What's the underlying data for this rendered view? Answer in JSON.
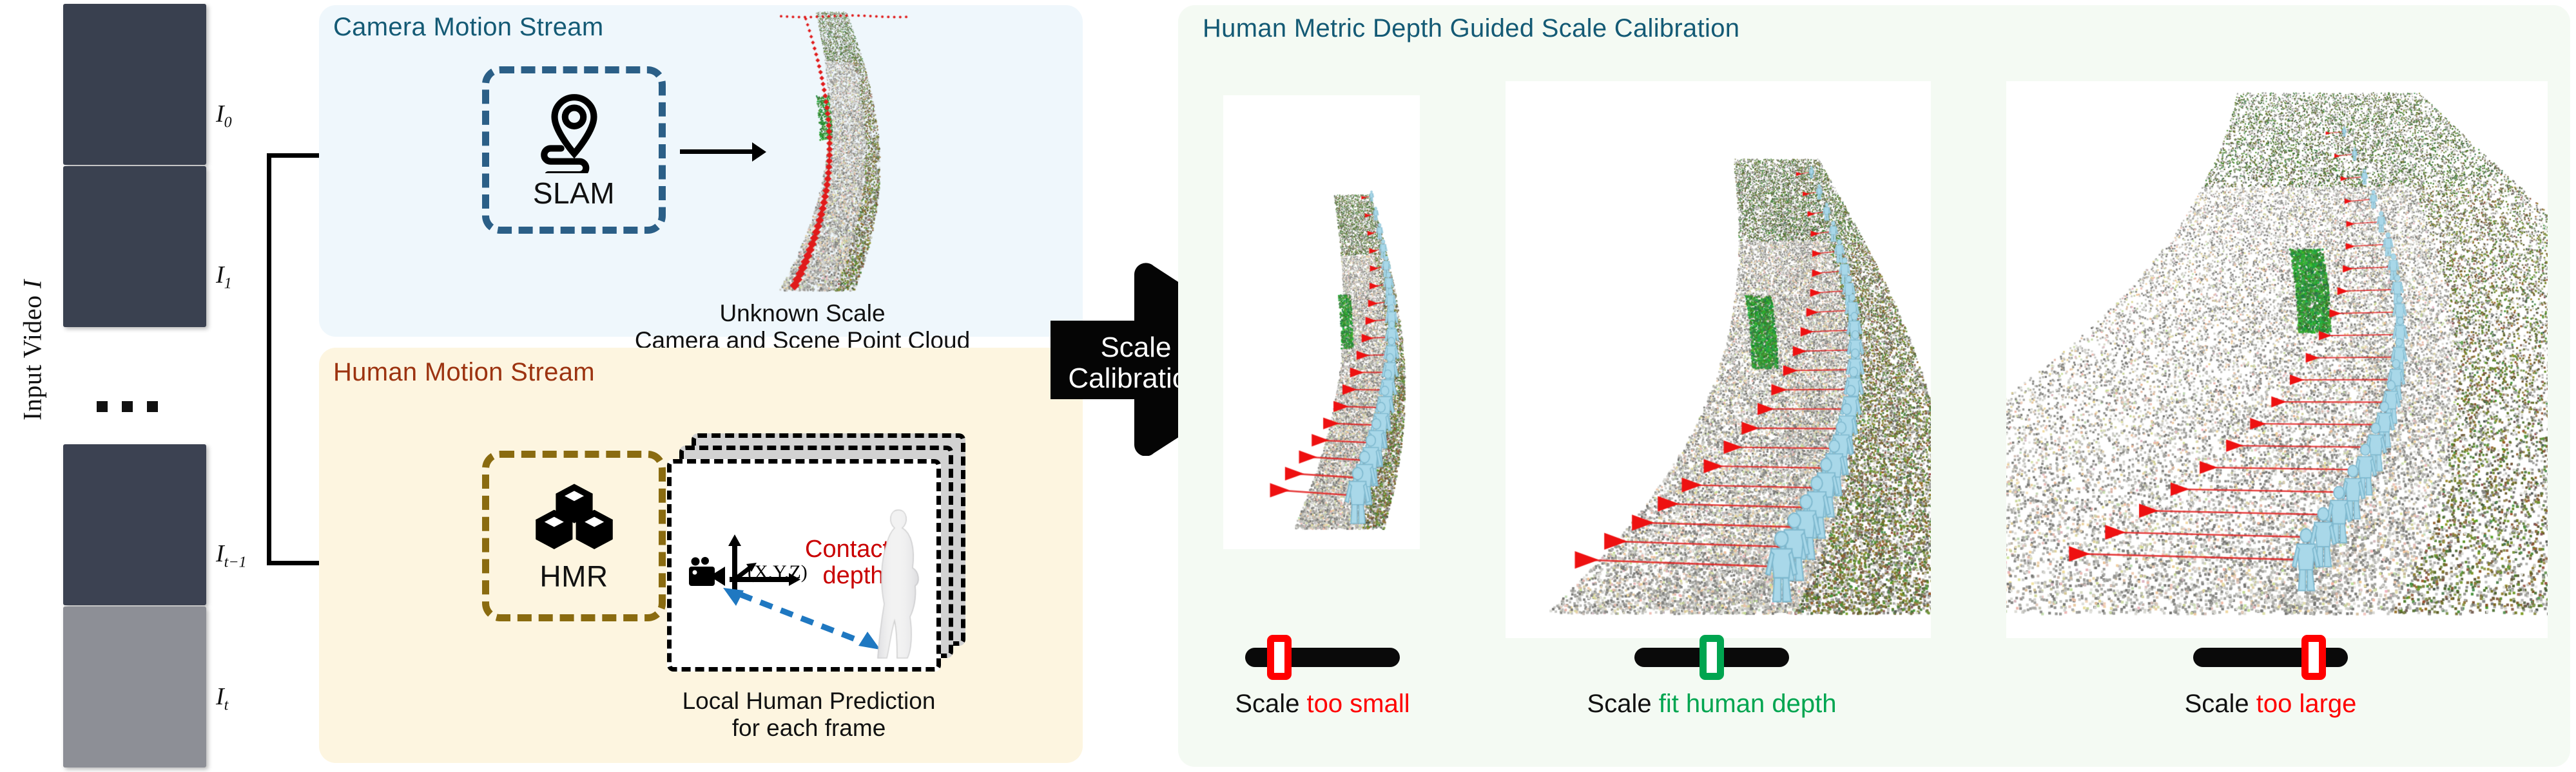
{
  "input": {
    "axis_label_prefix": "Input Video ",
    "axis_label_symbol": "I",
    "frames": [
      {
        "label_base": "I",
        "label_sub": "0"
      },
      {
        "label_base": "I",
        "label_sub": "1"
      },
      {
        "label_base": "I",
        "label_sub": "t−1"
      },
      {
        "label_base": "I",
        "label_sub": "t"
      }
    ],
    "ellipsis_icon": "three-dots-icon"
  },
  "camera_stream": {
    "title": "Camera Motion Stream",
    "module_label": "SLAM",
    "module_icon": "location-pin-path-icon",
    "panel_color": "#eff7fc",
    "title_color": "#145a75",
    "dash_color": "#2b5f87",
    "output_caption_line1": "Unknown Scale",
    "output_caption_line2": "Camera and Scene Point Cloud"
  },
  "human_stream": {
    "title": "Human Motion Stream",
    "module_label": "HMR",
    "module_icon": "stacked-cubes-icon",
    "panel_color": "#fdf5e0",
    "title_color": "#9c3310",
    "dash_color": "#8a6b10",
    "prediction_card": {
      "camera_icon": "video-camera-icon",
      "axis_label": "(X,Y,Z)",
      "contacts_label_line1": "Contacts",
      "contacts_label_line2": "depth",
      "contacts_color": "#c90000",
      "depth_arrow_icon": "double-headed-dashed-arrow-icon",
      "depth_arrow_color": "#1f78c1",
      "human_mesh_icon": "human-mesh-icon"
    },
    "output_caption_line1": "Local Human Prediction",
    "output_caption_line2": "for each frame"
  },
  "scale_calibration_arrow": {
    "line1": "Scale",
    "line2": "Calibration",
    "icon": "right-arrow-block-icon",
    "color": "#000000"
  },
  "calibration_panel": {
    "title": "Human Metric Depth Guided Scale Calibration",
    "panel_color": "#f4faf3",
    "title_color": "#145a75",
    "results": [
      {
        "slider_position_pct": 22,
        "slider_color": "#ff0000",
        "caption_prefix": "Scale ",
        "caption_status": "too small",
        "status_color": "#ff0000",
        "point_cloud_icon": "point-cloud-too-small-icon"
      },
      {
        "slider_position_pct": 50,
        "slider_color": "#00a550",
        "caption_prefix": "Scale ",
        "caption_status": "fit human depth",
        "status_color": "#00a550",
        "point_cloud_icon": "point-cloud-fit-icon"
      },
      {
        "slider_position_pct": 78,
        "slider_color": "#ff0000",
        "caption_prefix": "Scale ",
        "caption_status": "too large",
        "status_color": "#ff0000",
        "point_cloud_icon": "point-cloud-too-large-icon"
      }
    ]
  },
  "legend_colors": {
    "camera_frustum": "#ee1111",
    "human_mesh": "#a8d6e8",
    "trajectory": "#e01b1b"
  }
}
